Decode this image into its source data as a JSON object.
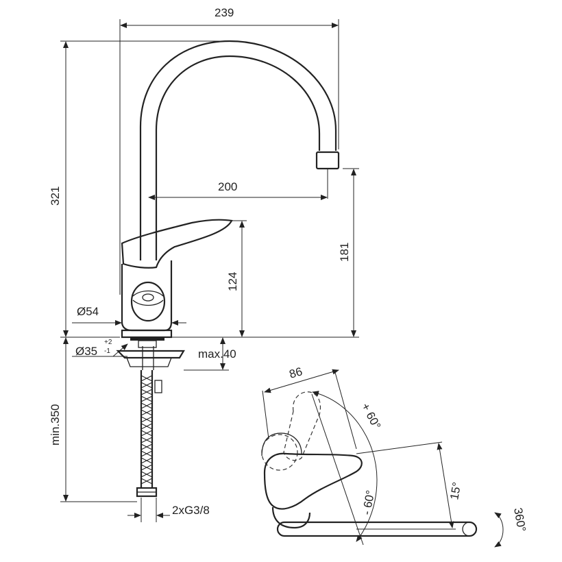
{
  "dimensions": {
    "width": "239",
    "height": "321",
    "reach": "200",
    "spout_height": "181",
    "handle_height": "124",
    "base_diameter": "Ø54",
    "hole_diameter": "Ø35",
    "hole_tol_plus": "+2",
    "hole_tol_minus": "-1",
    "max_thickness": "max.40",
    "hose_length": "min.350",
    "connection": "2xG3/8",
    "lever_length": "86",
    "swing_up": "+ 60°",
    "swing_down": "- 60°",
    "tilt": "15°",
    "rotation": "360°"
  }
}
